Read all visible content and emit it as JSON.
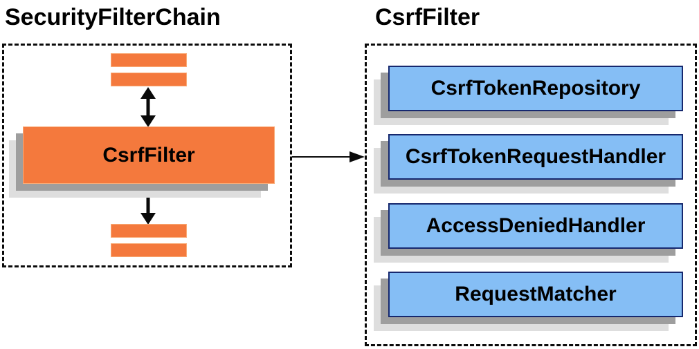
{
  "diagram": {
    "left_panel": {
      "title": "SecurityFilterChain",
      "csrf_filter_label": "CsrfFilter"
    },
    "right_panel": {
      "title": "CsrfFilter",
      "components": [
        "CsrfTokenRepository",
        "CsrfTokenRequestHandler",
        "AccessDeniedHandler",
        "RequestMatcher"
      ]
    },
    "colors": {
      "filter_orange": "#F4793D",
      "component_blue_fill": "#85BEF5",
      "component_blue_border": "#16286E",
      "shadow_dark": "#9E9E9E",
      "shadow_light": "#DEDEDE",
      "line_black": "#0A0A0A"
    }
  }
}
